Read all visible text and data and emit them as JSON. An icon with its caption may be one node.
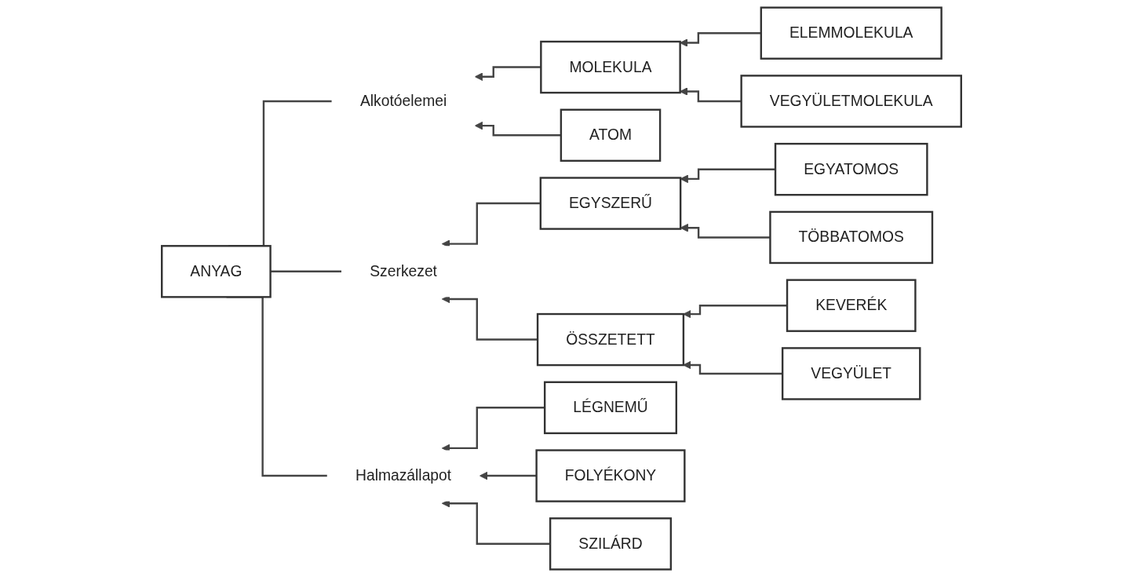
{
  "diagram": {
    "nodes": [
      {
        "text": [
          "ANYAG"
        ]
      },
      {
        "text": [
          "Alkotóelemei"
        ]
      },
      {
        "text": [
          "MOLEKULA"
        ]
      },
      {
        "text": [
          "ELEMMOLEKULA"
        ]
      },
      {
        "text": [
          "VEGYÜLETMOLEKULA"
        ]
      },
      {
        "text": [
          "ATOM"
        ]
      },
      {
        "text": [
          "Szerkezet"
        ]
      },
      {
        "text": [
          "EGYSZERŰ"
        ]
      },
      {
        "text": [
          "EGYATOMOS"
        ]
      },
      {
        "text": [
          "TÖBBATOMOS"
        ]
      },
      {
        "text": [
          "ÖSSZETETT"
        ]
      },
      {
        "text": [
          "KEVERÉK"
        ]
      },
      {
        "text": [
          "VEGYÜLET"
        ]
      },
      {
        "text": [
          "Halmazállapot"
        ]
      },
      {
        "text": [
          "LÉGNEMŰ"
        ]
      },
      {
        "text": [
          "FOLYÉKONY"
        ]
      },
      {
        "text": [
          "SZILÁRD"
        ]
      }
    ],
    "edges": [
      {
        "from": 1,
        "to": 0,
        "arrow": "none"
      },
      {
        "from": 6,
        "to": 0,
        "arrow": "none"
      },
      {
        "from": 13,
        "to": 0,
        "arrow": "none"
      },
      {
        "from": 2,
        "to": 1,
        "arrow": "to"
      },
      {
        "from": 5,
        "to": 1,
        "arrow": "to"
      },
      {
        "from": 3,
        "to": 2,
        "arrow": "to"
      },
      {
        "from": 4,
        "to": 2,
        "arrow": "to"
      },
      {
        "from": 7,
        "to": 6,
        "arrow": "to"
      },
      {
        "from": 10,
        "to": 6,
        "arrow": "to"
      },
      {
        "from": 8,
        "to": 7,
        "arrow": "to"
      },
      {
        "from": 9,
        "to": 7,
        "arrow": "to"
      },
      {
        "from": 11,
        "to": 10,
        "arrow": "to"
      },
      {
        "from": 12,
        "to": 10,
        "arrow": "to"
      },
      {
        "from": 14,
        "to": 13,
        "arrow": "to"
      },
      {
        "from": 15,
        "to": 13,
        "arrow": "to"
      },
      {
        "from": 16,
        "to": 13,
        "arrow": "to"
      }
    ]
  }
}
